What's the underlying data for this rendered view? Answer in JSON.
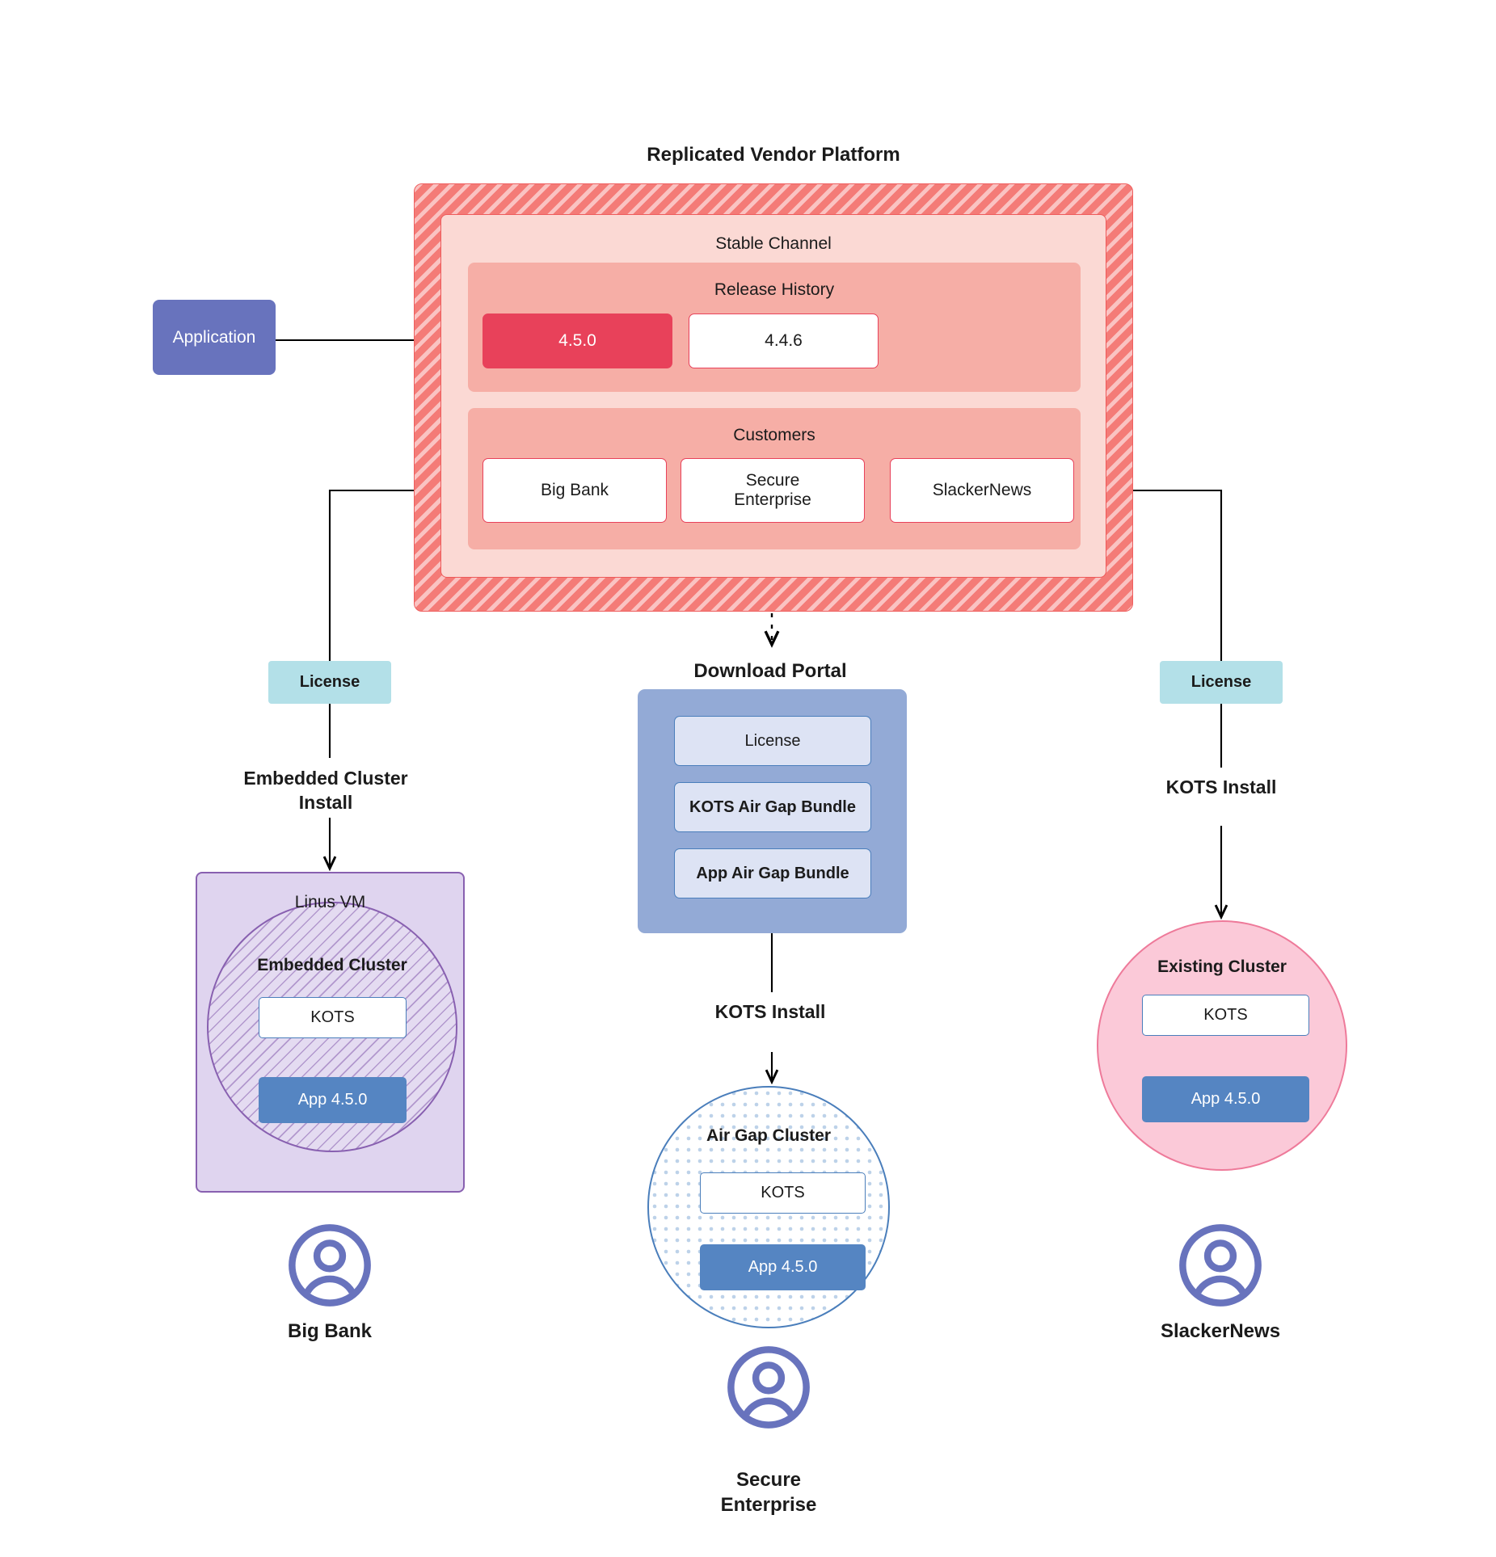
{
  "diagram": {
    "title": "Replicated Vendor Platform",
    "application_box": {
      "label": "Application"
    },
    "platform": {
      "channel_label": "Stable Channel",
      "release_history": {
        "label": "Release History",
        "releases": [
          {
            "version": "4.5.0",
            "state": "current"
          },
          {
            "version": "4.4.6",
            "state": "previous"
          }
        ]
      },
      "customers": {
        "label": "Customers",
        "items": [
          {
            "name": "Big Bank"
          },
          {
            "name": "Secure\nEnterprise"
          },
          {
            "name": "SlackerNews"
          }
        ]
      }
    },
    "branches": {
      "left": {
        "license_chip": "License",
        "install_label": "Embedded Cluster\nInstall",
        "host": {
          "label": "Linus VM",
          "cluster_label": "Embedded Cluster",
          "kots_label": "KOTS",
          "app_label": "App 4.5.0"
        },
        "person": "Big Bank"
      },
      "middle": {
        "portal_label": "Download  Portal",
        "portal_items": [
          "License",
          "KOTS Air Gap Bundle",
          "App Air Gap Bundle"
        ],
        "install_label": "KOTS Install",
        "cluster": {
          "label": "Air Gap Cluster",
          "kots_label": "KOTS",
          "app_label": "App 4.5.0"
        },
        "person": "Secure\nEnterprise"
      },
      "right": {
        "license_chip": "License",
        "install_label": "KOTS Install",
        "cluster": {
          "label": "Existing Cluster",
          "kots_label": "KOTS",
          "app_label": "App 4.5.0"
        },
        "person": "SlackerNews"
      }
    },
    "colors": {
      "platform_hatch": "#f47b77",
      "channel_bg": "#fbd9d4",
      "section_bg": "#f6aea6",
      "release_current": "#e8415a",
      "release_border": "#e8415a",
      "application": "#6873bd",
      "license_chip": "#b3e0e8",
      "portal_bg": "#93aad6",
      "portal_item_bg": "#dde3f4",
      "app_box": "#5585c2",
      "kots_border": "#4a7ebb",
      "linuxvm_bg": "#dfd4ef",
      "linuxvm_border": "#8860b0",
      "airgap_border": "#4a7ebb",
      "existing_cluster_bg": "#fbc9d8",
      "existing_cluster_border": "#ee7a9a",
      "avatar": "#6873bd"
    }
  }
}
